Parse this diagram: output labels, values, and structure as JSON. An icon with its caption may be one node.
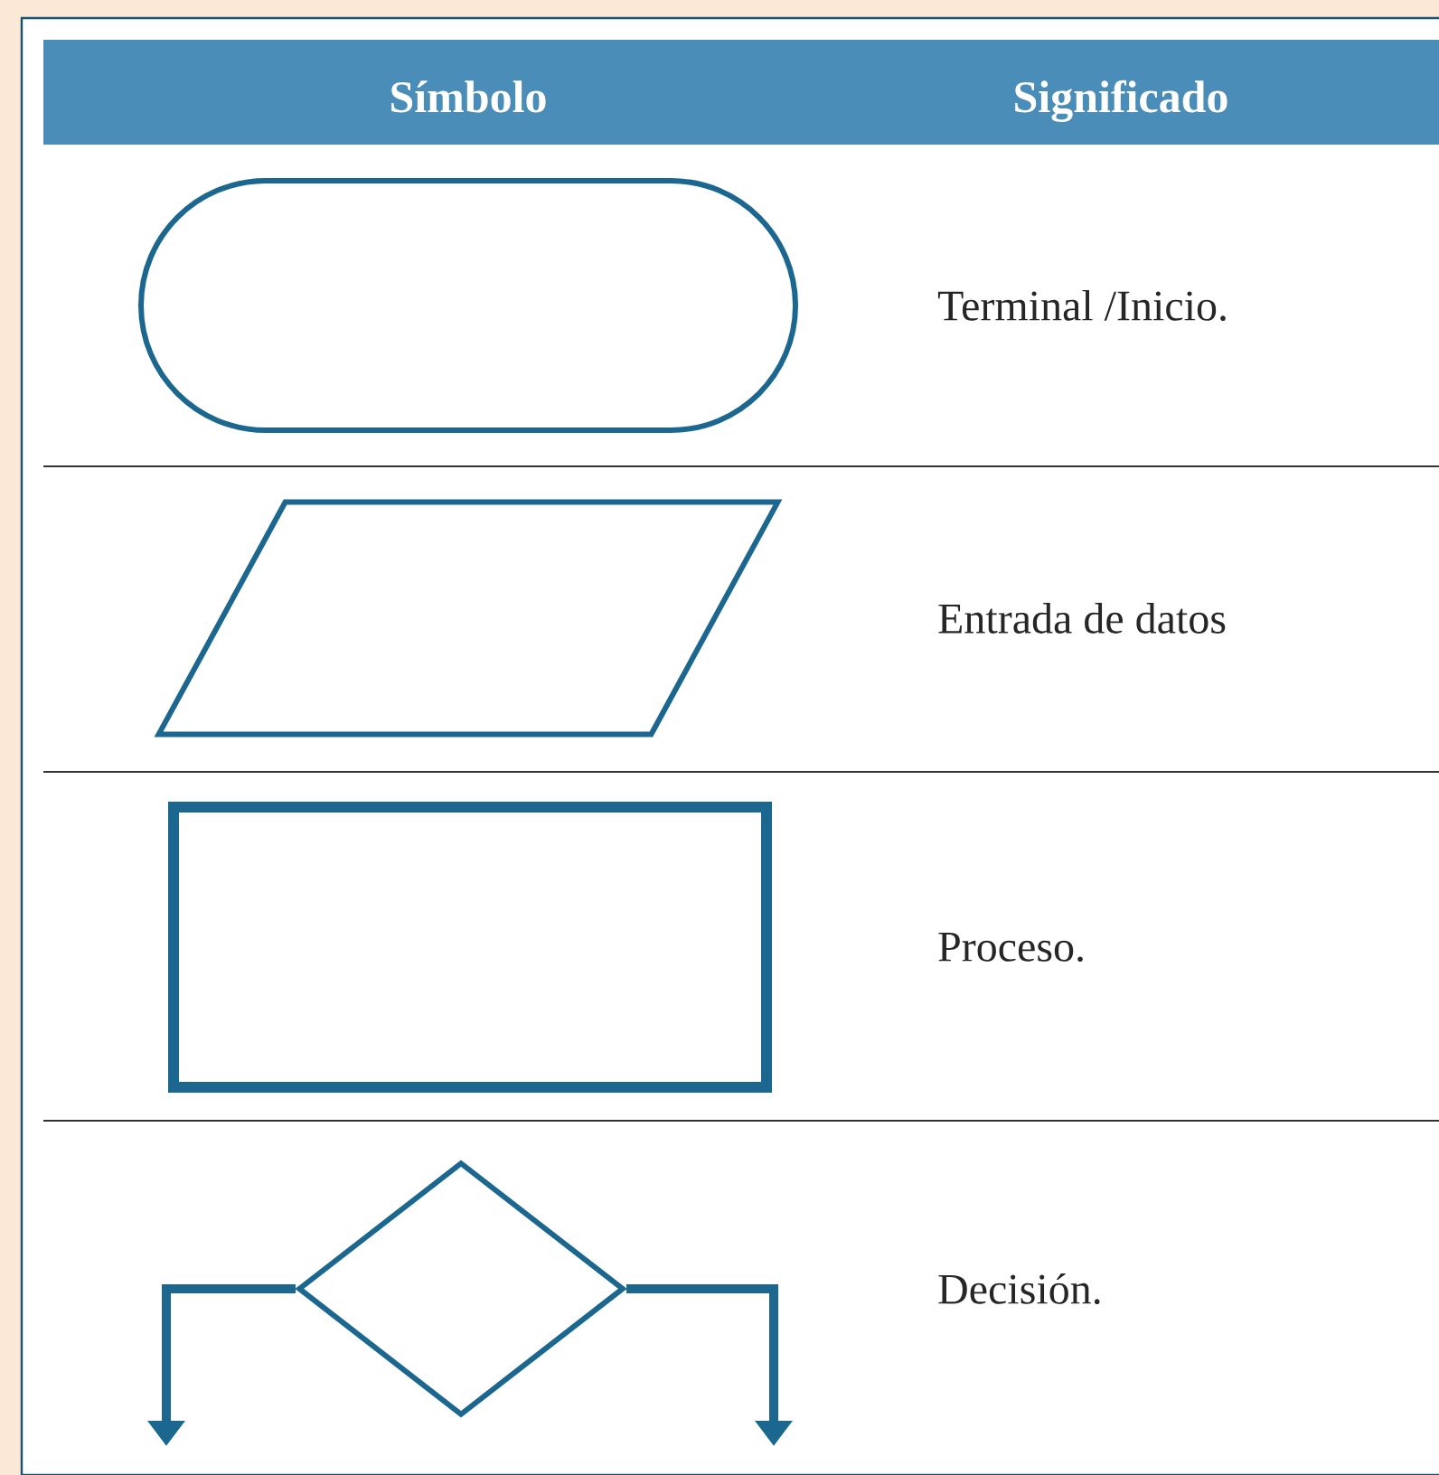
{
  "diagram": {
    "nodes": [
      {
        "text": [],
        "shape": "terminal"
      },
      {
        "text": [],
        "shape": "parallelogram"
      },
      {
        "text": [],
        "shape": "box"
      },
      {
        "text": [],
        "shape": "diamond"
      }
    ],
    "edges": [
      {
        "from": 3,
        "to": null,
        "arrow": "to"
      },
      {
        "from": 3,
        "to": null,
        "arrow": "to"
      }
    ],
    "labels": [
      "Símbolo",
      "Significado",
      "Terminal /Inicio.",
      "Entrada de datos",
      "Proceso.",
      "Decisión."
    ]
  }
}
